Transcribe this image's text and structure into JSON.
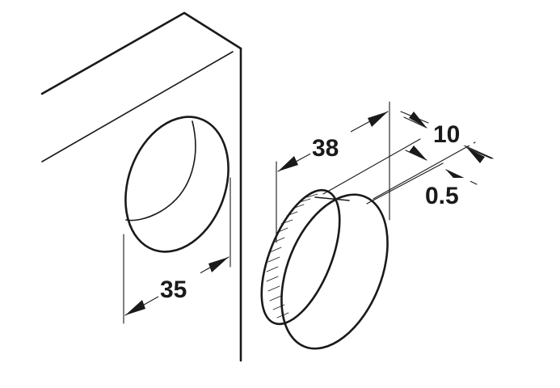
{
  "diagram": {
    "dimensions": {
      "hole_diameter": "35",
      "cap_diameter": "38",
      "cap_height": "10",
      "rim_thickness": "0.5"
    }
  }
}
